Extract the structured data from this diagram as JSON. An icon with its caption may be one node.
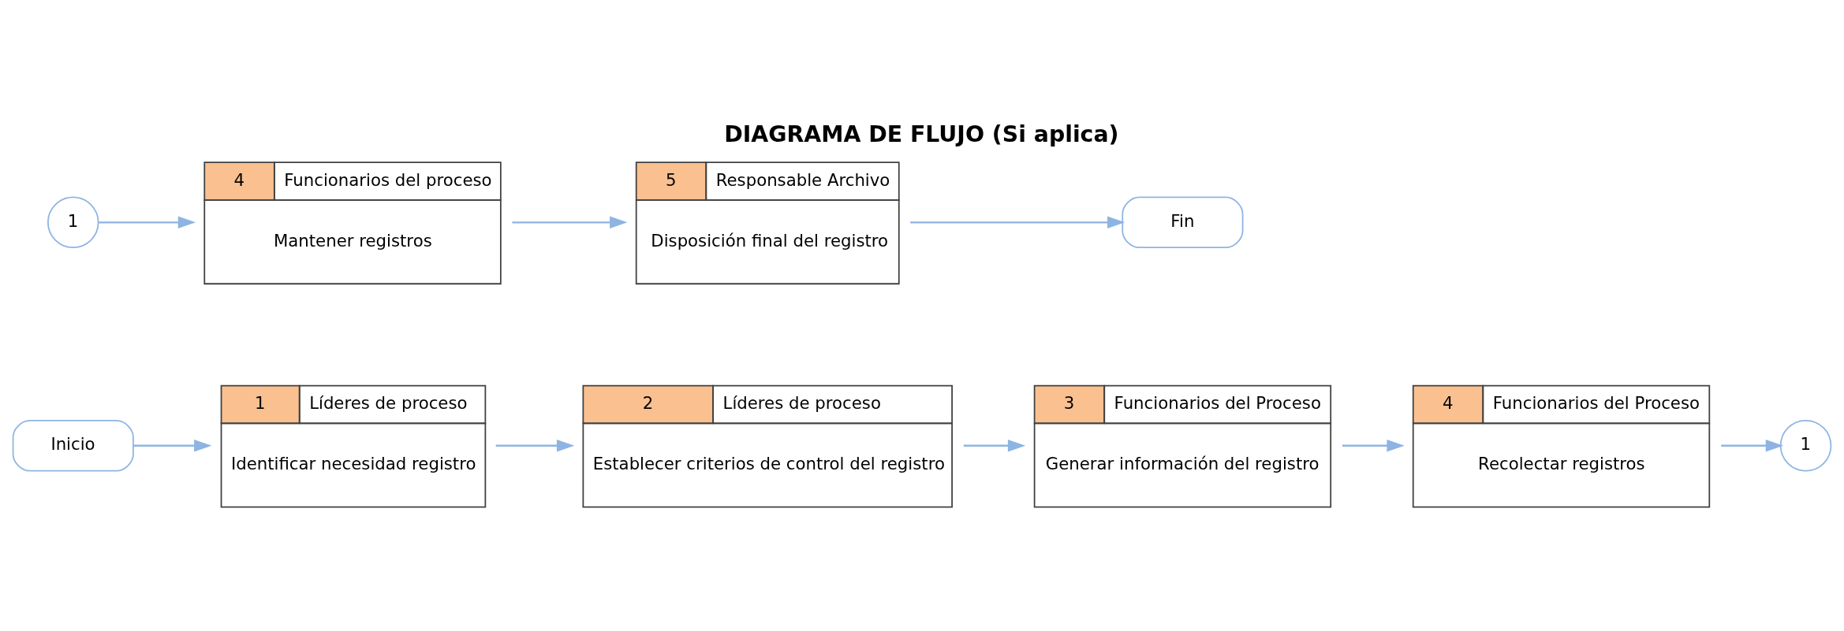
{
  "diagram": {
    "title": "DIAGRAMA DE FLUJO (Si aplica)",
    "nodes": [
      {
        "text": [
          "Inicio"
        ]
      },
      {
        "text": [
          "1",
          "Líderes de proceso",
          "Identificar necesidad registro"
        ]
      },
      {
        "text": [
          "2",
          "Líderes de proceso",
          "Establecer criterios de control del registro"
        ]
      },
      {
        "text": [
          "3",
          "Funcionarios del Proceso",
          "Generar información del registro"
        ]
      },
      {
        "text": [
          "4",
          "Funcionarios del Proceso",
          "Recolectar registros"
        ]
      },
      {
        "text": [
          "1"
        ]
      },
      {
        "text": [
          "1"
        ]
      },
      {
        "text": [
          "4",
          "Funcionarios del proceso",
          "Mantener registros"
        ]
      },
      {
        "text": [
          "5",
          "Responsable Archivo",
          "Disposición final del registro"
        ]
      },
      {
        "text": [
          "Fin"
        ]
      }
    ],
    "edges": [
      {
        "from": 0,
        "to": 1,
        "arrow": "to"
      },
      {
        "from": 1,
        "to": 2,
        "arrow": "to"
      },
      {
        "from": 2,
        "to": 3,
        "arrow": "to"
      },
      {
        "from": 3,
        "to": 4,
        "arrow": "to"
      },
      {
        "from": 4,
        "to": 5,
        "arrow": "to"
      },
      {
        "from": 6,
        "to": 7,
        "arrow": "to"
      },
      {
        "from": 7,
        "to": 8,
        "arrow": "to"
      },
      {
        "from": 8,
        "to": 9,
        "arrow": "to"
      }
    ]
  }
}
